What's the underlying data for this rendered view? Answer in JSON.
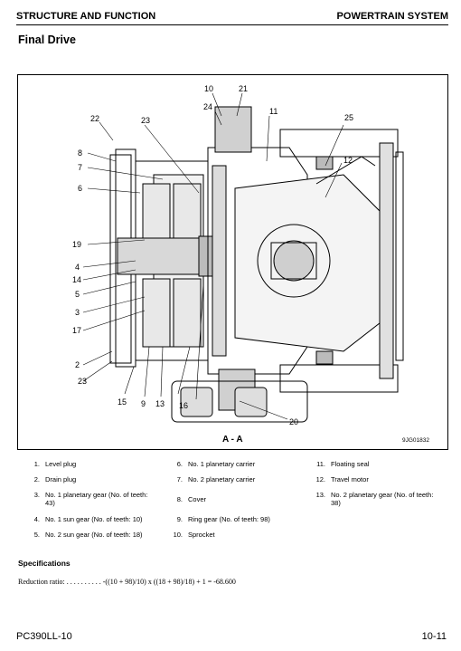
{
  "header": {
    "left": "STRUCTURE AND FUNCTION",
    "right": "POWERTRAIN SYSTEM"
  },
  "section_title": "Final Drive",
  "figure": {
    "view_label": "A - A",
    "code": "9JG01832",
    "callouts": [
      "10",
      "21",
      "24",
      "11",
      "22",
      "23",
      "25",
      "8",
      "7",
      "12",
      "6",
      "19",
      "4",
      "14",
      "5",
      "3",
      "17",
      "2",
      "23",
      "15",
      "9",
      "13",
      "16",
      "20"
    ]
  },
  "legend": [
    {
      "num": "1.",
      "text": "Level plug"
    },
    {
      "num": "2.",
      "text": "Drain plug"
    },
    {
      "num": "3.",
      "text": "No. 1 planetary gear (No. of teeth: 43)"
    },
    {
      "num": "4.",
      "text": "No. 1 sun gear (No. of teeth: 10)"
    },
    {
      "num": "5.",
      "text": "No. 2 sun gear (No. of teeth: 18)"
    },
    {
      "num": "6.",
      "text": "No. 1 planetary carrier"
    },
    {
      "num": "7.",
      "text": "No. 2 planetary carrier"
    },
    {
      "num": "8.",
      "text": "Cover"
    },
    {
      "num": "9.",
      "text": "Ring gear (No. of teeth: 98)"
    },
    {
      "num": "10.",
      "text": "Sprocket"
    },
    {
      "num": "11.",
      "text": "Floating seal"
    },
    {
      "num": "12.",
      "text": "Travel motor"
    },
    {
      "num": "13.",
      "text": "No. 2 planetary gear (No. of teeth: 38)"
    }
  ],
  "specs_title": "Specifications",
  "formula": "Reduction ratio: . . . . . . . . . . -((10 + 98)/10) x ((18 + 98)/18) + 1 = -68.600",
  "footer": {
    "left": "PC390LL-10",
    "right": "10-11"
  }
}
